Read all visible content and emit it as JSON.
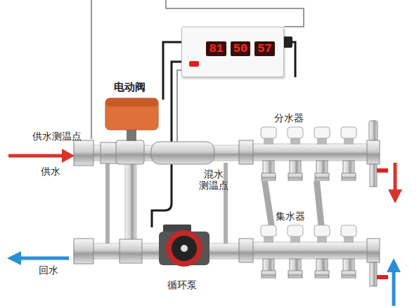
{
  "diagram": {
    "nodes": [
      {
        "text": [
          "81",
          "50",
          "57"
        ]
      }
    ],
    "labels": [
      "电动阀",
      "供水测温点",
      "供水",
      "混水 测温点",
      "分水器",
      "集水器",
      "回水",
      "循环泵"
    ]
  }
}
